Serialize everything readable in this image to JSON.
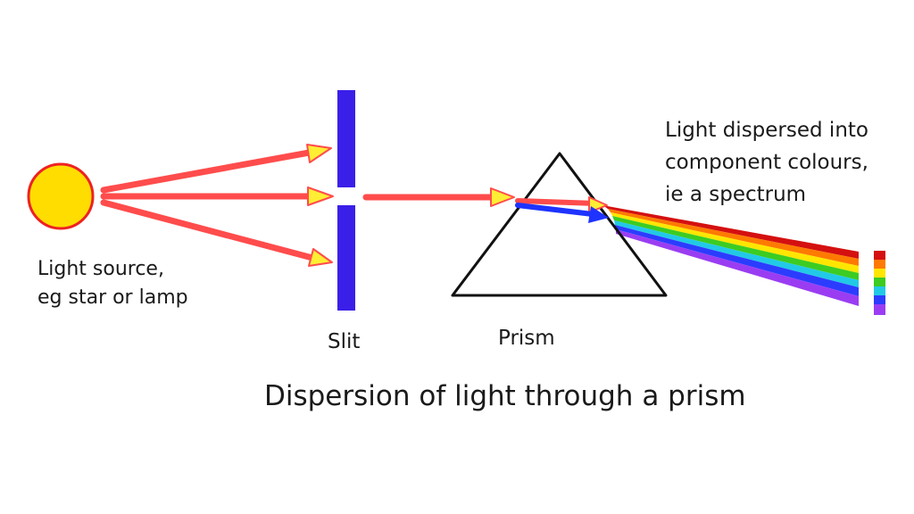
{
  "labels": {
    "source_line1": "Light source,",
    "source_line2": "eg star or lamp",
    "slit": "Slit",
    "prism": "Prism",
    "spectrum_line1": "Light dispersed into",
    "spectrum_line2": "component colours,",
    "spectrum_line3": "ie a spectrum",
    "caption": "Dispersion of light through a prism"
  },
  "colors": {
    "sun_fill": "#ffdd00",
    "sun_outline": "#ee2222",
    "light_ray": "#ff4c4c",
    "arrowhead": "#ffee33",
    "slit_bar": "#3a1fe8",
    "inner_blue_ray": "#1e33ff",
    "prism_outline": "#111111",
    "spectrum": [
      "#d41010",
      "#ff7a00",
      "#ffe600",
      "#3ccc22",
      "#22c9e6",
      "#2c3cff",
      "#9a3df2"
    ]
  }
}
